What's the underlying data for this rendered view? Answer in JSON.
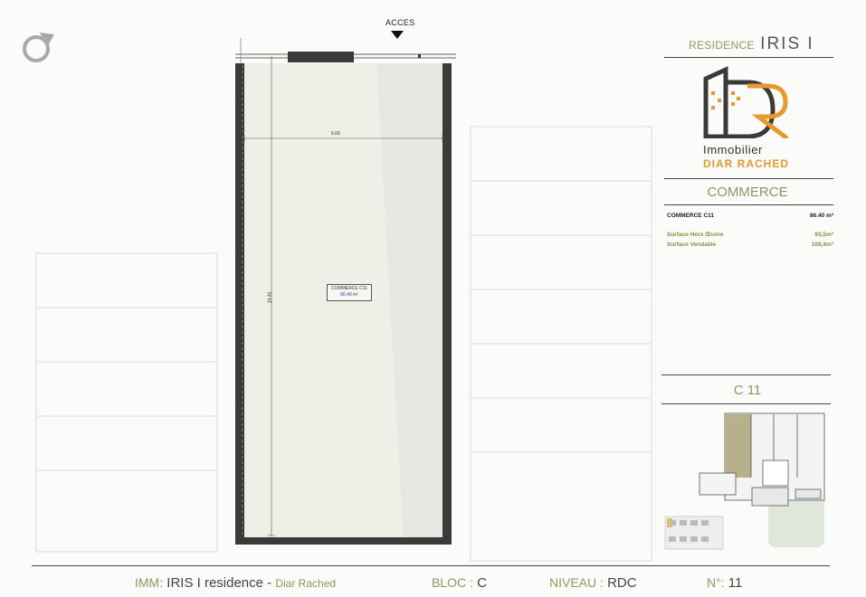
{
  "plan": {
    "access_label": "ACCES",
    "room_name": "COMMERCE C11",
    "room_area": "86.40 m²",
    "dim_width": "6.00",
    "dim_length": "14.40"
  },
  "panel": {
    "residence_prefix": "RESIDENCE",
    "residence_name": "IRIS I",
    "logo_line1": "Immobilier",
    "logo_line2": "DIAR RACHED",
    "type_title": "COMMERCE",
    "unit_row": {
      "label": "COMMERCE C11",
      "value": "86.40 m²"
    },
    "hors_oeuvre": {
      "label": "Surface Hors Œuvre",
      "value": "93,5m²"
    },
    "vendable": {
      "label": "Surface Vendable",
      "value": "109,4m²"
    },
    "unit_code": "C 11"
  },
  "footer": {
    "imm_label": "IMM:",
    "imm_value": "IRIS I residence -",
    "imm_suffix": "Diar Rached",
    "bloc_label": "BLOC :",
    "bloc_value": "C",
    "niveau_label": "NIVEAU :",
    "niveau_value": "RDC",
    "num_label": "N°:",
    "num_value": "11"
  },
  "colors": {
    "accent_olive": "#9a9263",
    "logo_orange": "#e59a2b",
    "wall": "#3a3a3a",
    "floor": "#eef0e8"
  },
  "icons": [
    "compass-icon",
    "access-arrow-icon",
    "logo-building-icon"
  ]
}
